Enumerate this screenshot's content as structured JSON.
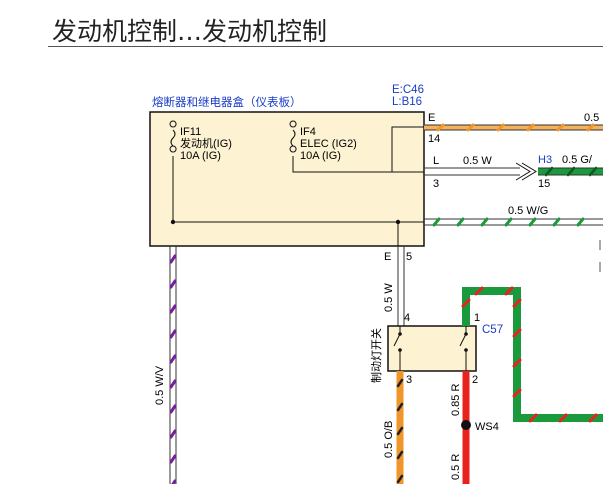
{
  "title": "发动机控制…发动机控制",
  "fuse_box": {
    "title": "熔断器和继电器盒（仪表板）",
    "conn_e": "E:C46",
    "conn_l": "L:B16",
    "fuse_if11": {
      "id": "IF11",
      "name": "发动机(IG)",
      "rating": "10A (IG)"
    },
    "fuse_if4": {
      "id": "IF4",
      "name": "ELEC (IG2)",
      "rating": "10A (IG)"
    }
  },
  "wires": {
    "top_right": {
      "pin": "14",
      "letter": "E",
      "size": "0.5",
      "color_text": ""
    },
    "mid": {
      "letter": "L",
      "spec": "0.5 W",
      "pin": "3",
      "conn": "H3",
      "conn_pin": "15",
      "spec_right": "0.5 G/"
    },
    "lower": {
      "spec": "0.5 W/G"
    },
    "vertical_left": {
      "spec": "0.5 W/V"
    },
    "vertical_mid": {
      "letters": "E",
      "pin": "5",
      "spec": "0.5 W"
    },
    "switch_out_left": {
      "pin": "3",
      "spec": "0.5 O/B"
    },
    "switch_out_right": {
      "pin": "2",
      "spec": "0.85 R",
      "splice": "WS4",
      "spec_lower": "0.5 R"
    }
  },
  "switch": {
    "name": "制动灯开关",
    "conn": "C57",
    "pin_top_left": "4",
    "pin_top_right": "1"
  },
  "colors": {
    "box_fill": "#fdf3d3",
    "wire_orange": "#f0952a",
    "wire_green": "#1a9a3c",
    "wire_red": "#e8221c",
    "stripe_purple": "#7a1f9b",
    "label_blue": "#1a3cc8"
  }
}
